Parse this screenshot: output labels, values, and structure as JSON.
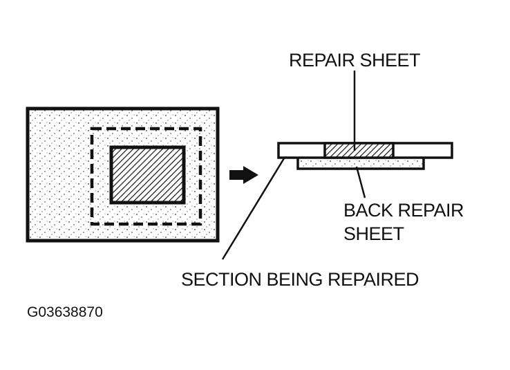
{
  "labels": {
    "repair_sheet": "REPAIR SHEET",
    "back_repair_sheet_line1": "BACK REPAIR",
    "back_repair_sheet_line2": "SHEET",
    "section_being_repaired": "SECTION BEING REPAIRED"
  },
  "figure_id": "G03638870",
  "colors": {
    "ink": "#111111",
    "paper": "#ffffff"
  }
}
